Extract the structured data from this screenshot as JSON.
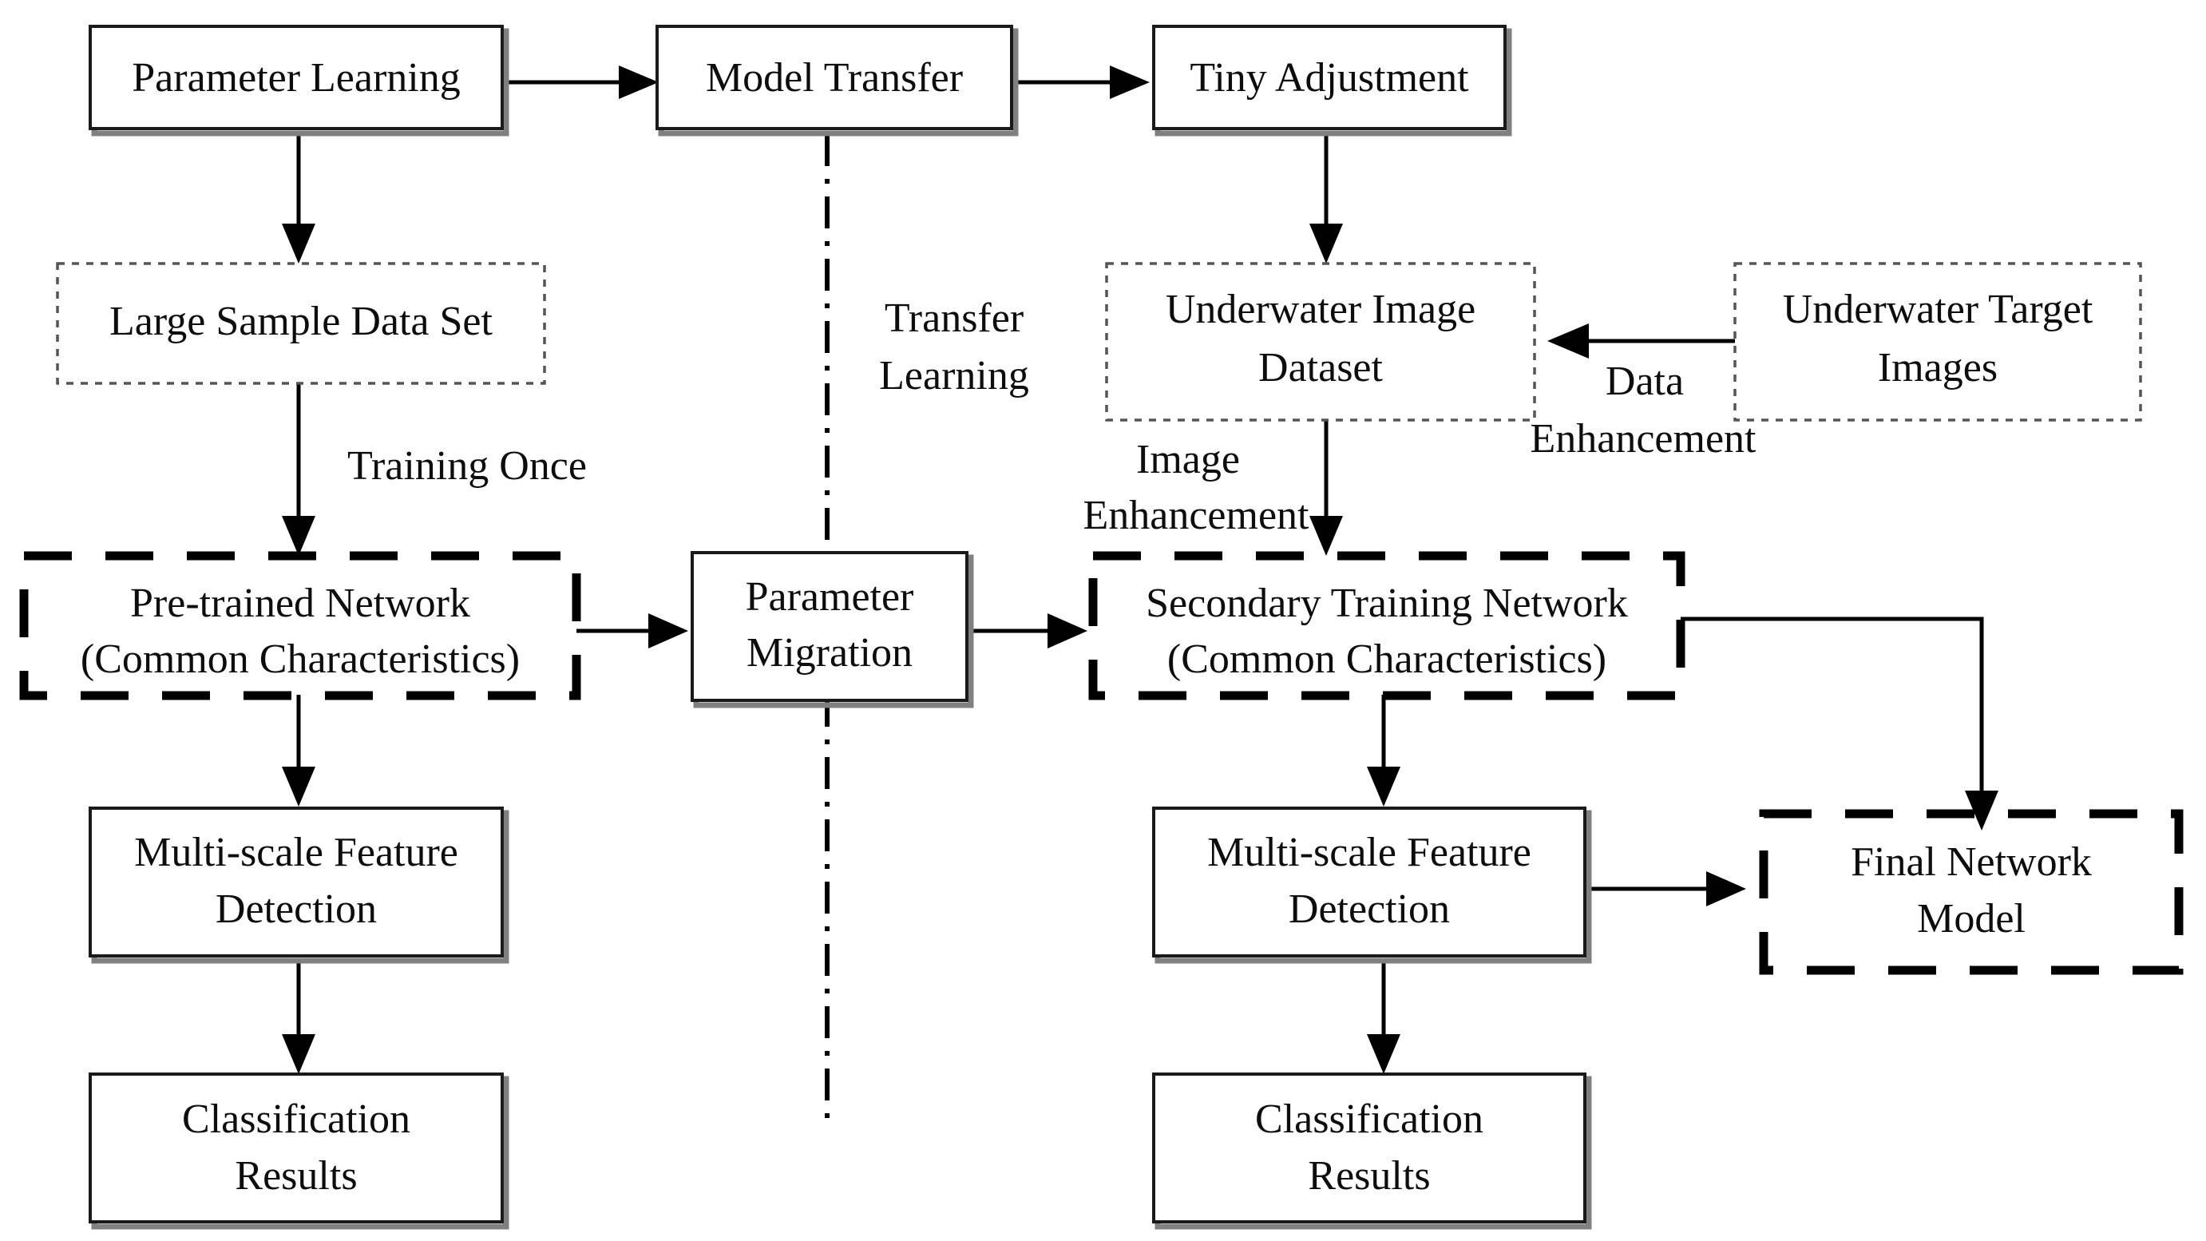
{
  "diagram": {
    "title": "Transfer learning based underwater target detection flowchart",
    "background_color": "#ffffff",
    "line_color": "#000000",
    "text_color": "#0d0d0d",
    "dotted_border_color": "#555555",
    "shadow_color": "#808080"
  },
  "nodes": {
    "parameter_learning": {
      "label": "Parameter Learning",
      "style": "solid-shadow"
    },
    "model_transfer": {
      "label": "Model Transfer",
      "style": "solid-shadow"
    },
    "tiny_adjustment": {
      "label": "Tiny Adjustment",
      "style": "solid-shadow"
    },
    "large_sample_data_set": {
      "label": "Large Sample Data Set",
      "style": "dotted"
    },
    "underwater_image_dataset_line1": {
      "label": "Underwater Image",
      "style": "dotted"
    },
    "underwater_image_dataset_line2": {
      "label": "Dataset",
      "style": "dotted"
    },
    "underwater_target_images_line1": {
      "label": "Underwater Target",
      "style": "dotted"
    },
    "underwater_target_images_line2": {
      "label": "Images",
      "style": "dotted"
    },
    "pretrained_network_line1": {
      "label": "Pre-trained Network",
      "style": "dashed-heavy"
    },
    "pretrained_network_line2": {
      "label": "(Common Characteristics)",
      "style": "dashed-heavy"
    },
    "parameter_migration_line1": {
      "label": "Parameter",
      "style": "solid-shadow"
    },
    "parameter_migration_line2": {
      "label": "Migration",
      "style": "solid-shadow"
    },
    "secondary_training_network_line1": {
      "label": "Secondary Training Network",
      "style": "dashed-heavy"
    },
    "secondary_training_network_line2": {
      "label": "(Common Characteristics)",
      "style": "dashed-heavy"
    },
    "final_network_model_line1": {
      "label": "Final Network",
      "style": "dashed-heavy"
    },
    "final_network_model_line2": {
      "label": "Model",
      "style": "dashed-heavy"
    },
    "multiscale_left_line1": {
      "label": "Multi-scale Feature",
      "style": "solid-shadow"
    },
    "multiscale_left_line2": {
      "label": "Detection",
      "style": "solid-shadow"
    },
    "multiscale_right_line1": {
      "label": "Multi-scale Feature",
      "style": "solid-shadow"
    },
    "multiscale_right_line2": {
      "label": "Detection",
      "style": "solid-shadow"
    },
    "classification_left_line1": {
      "label": "Classification",
      "style": "solid-shadow"
    },
    "classification_left_line2": {
      "label": "Results",
      "style": "solid-shadow"
    },
    "classification_right_line1": {
      "label": "Classification",
      "style": "solid-shadow"
    },
    "classification_right_line2": {
      "label": "Results",
      "style": "solid-shadow"
    }
  },
  "edge_labels": {
    "transfer_learning_line1": "Transfer",
    "transfer_learning_line2": "Learning",
    "training_once": "Training Once",
    "image_enhancement_line1": "Image",
    "image_enhancement_line2": "Enhancement",
    "data_enhancement_line1": "Data",
    "data_enhancement_line2": "Enhancement"
  }
}
